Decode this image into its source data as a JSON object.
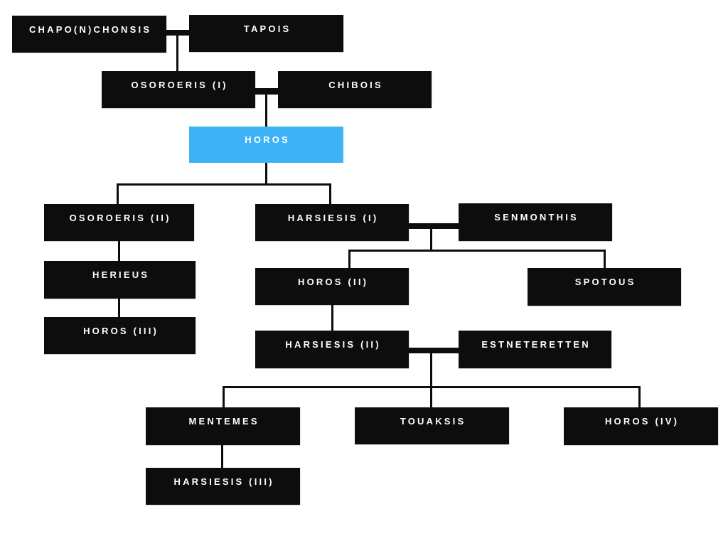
{
  "tree": {
    "type": "family-tree",
    "colors": {
      "background": "#ffffff",
      "node-bg": "#0d0d0d",
      "node-text": "#ffffff",
      "highlight-bg": "#3db2f7",
      "line": "#0d0d0d"
    },
    "nodes": {
      "chaponchonsis": {
        "label": "CHAPO(N)CHONSIS"
      },
      "tapois": {
        "label": "TAPOIS"
      },
      "osoroeris1": {
        "label": "OSOROERIS (I)"
      },
      "chibois": {
        "label": "CHIBOIS"
      },
      "horos1": {
        "label": "HOROS",
        "highlighted": true
      },
      "osoroeris2": {
        "label": "OSOROERIS (II)"
      },
      "harsiesis1": {
        "label": "HARSIESIS (I)"
      },
      "senmonthis": {
        "label": "SENMONTHIS"
      },
      "herieus": {
        "label": "HERIEUS"
      },
      "horos2": {
        "label": "HOROS (II)"
      },
      "spotous": {
        "label": "SPOTOUS"
      },
      "horos3": {
        "label": "HOROS (III)"
      },
      "harsiesis2": {
        "label": "HARSIESIS (II)"
      },
      "estneteretten": {
        "label": "ESTNETERETTEN"
      },
      "mentemes": {
        "label": "MENTEMES"
      },
      "touaksis": {
        "label": "TOUAKSIS"
      },
      "horos4": {
        "label": "HOROS (IV)"
      },
      "harsiesis3": {
        "label": "HARSIESIS (III)"
      }
    },
    "couples": [
      [
        "CHAPO(N)CHONSIS",
        "TAPOIS"
      ],
      [
        "OSOROERIS (I)",
        "CHIBOIS"
      ],
      [
        "HARSIESIS (I)",
        "SENMONTHIS"
      ],
      [
        "HARSIESIS (II)",
        "ESTNETERETTEN"
      ]
    ],
    "parent_child": [
      {
        "parents": [
          "CHAPO(N)CHONSIS",
          "TAPOIS"
        ],
        "children": [
          "OSOROERIS (I)"
        ]
      },
      {
        "parents": [
          "OSOROERIS (I)",
          "CHIBOIS"
        ],
        "children": [
          "HOROS"
        ]
      },
      {
        "parents": [
          "HOROS"
        ],
        "children": [
          "OSOROERIS (II)",
          "HARSIESIS (I)"
        ]
      },
      {
        "parents": [
          "OSOROERIS (II)"
        ],
        "children": [
          "HERIEUS"
        ]
      },
      {
        "parents": [
          "HERIEUS"
        ],
        "children": [
          "HOROS (III)"
        ]
      },
      {
        "parents": [
          "HARSIESIS (I)",
          "SENMONTHIS"
        ],
        "children": [
          "HOROS (II)",
          "SPOTOUS"
        ]
      },
      {
        "parents": [
          "HOROS (II)"
        ],
        "children": [
          "HARSIESIS (II)"
        ]
      },
      {
        "parents": [
          "HARSIESIS (II)",
          "ESTNETERETTEN"
        ],
        "children": [
          "MENTEMES",
          "TOUAKSIS",
          "HOROS (IV)"
        ]
      },
      {
        "parents": [
          "MENTEMES"
        ],
        "children": [
          "HARSIESIS (III)"
        ]
      }
    ]
  }
}
